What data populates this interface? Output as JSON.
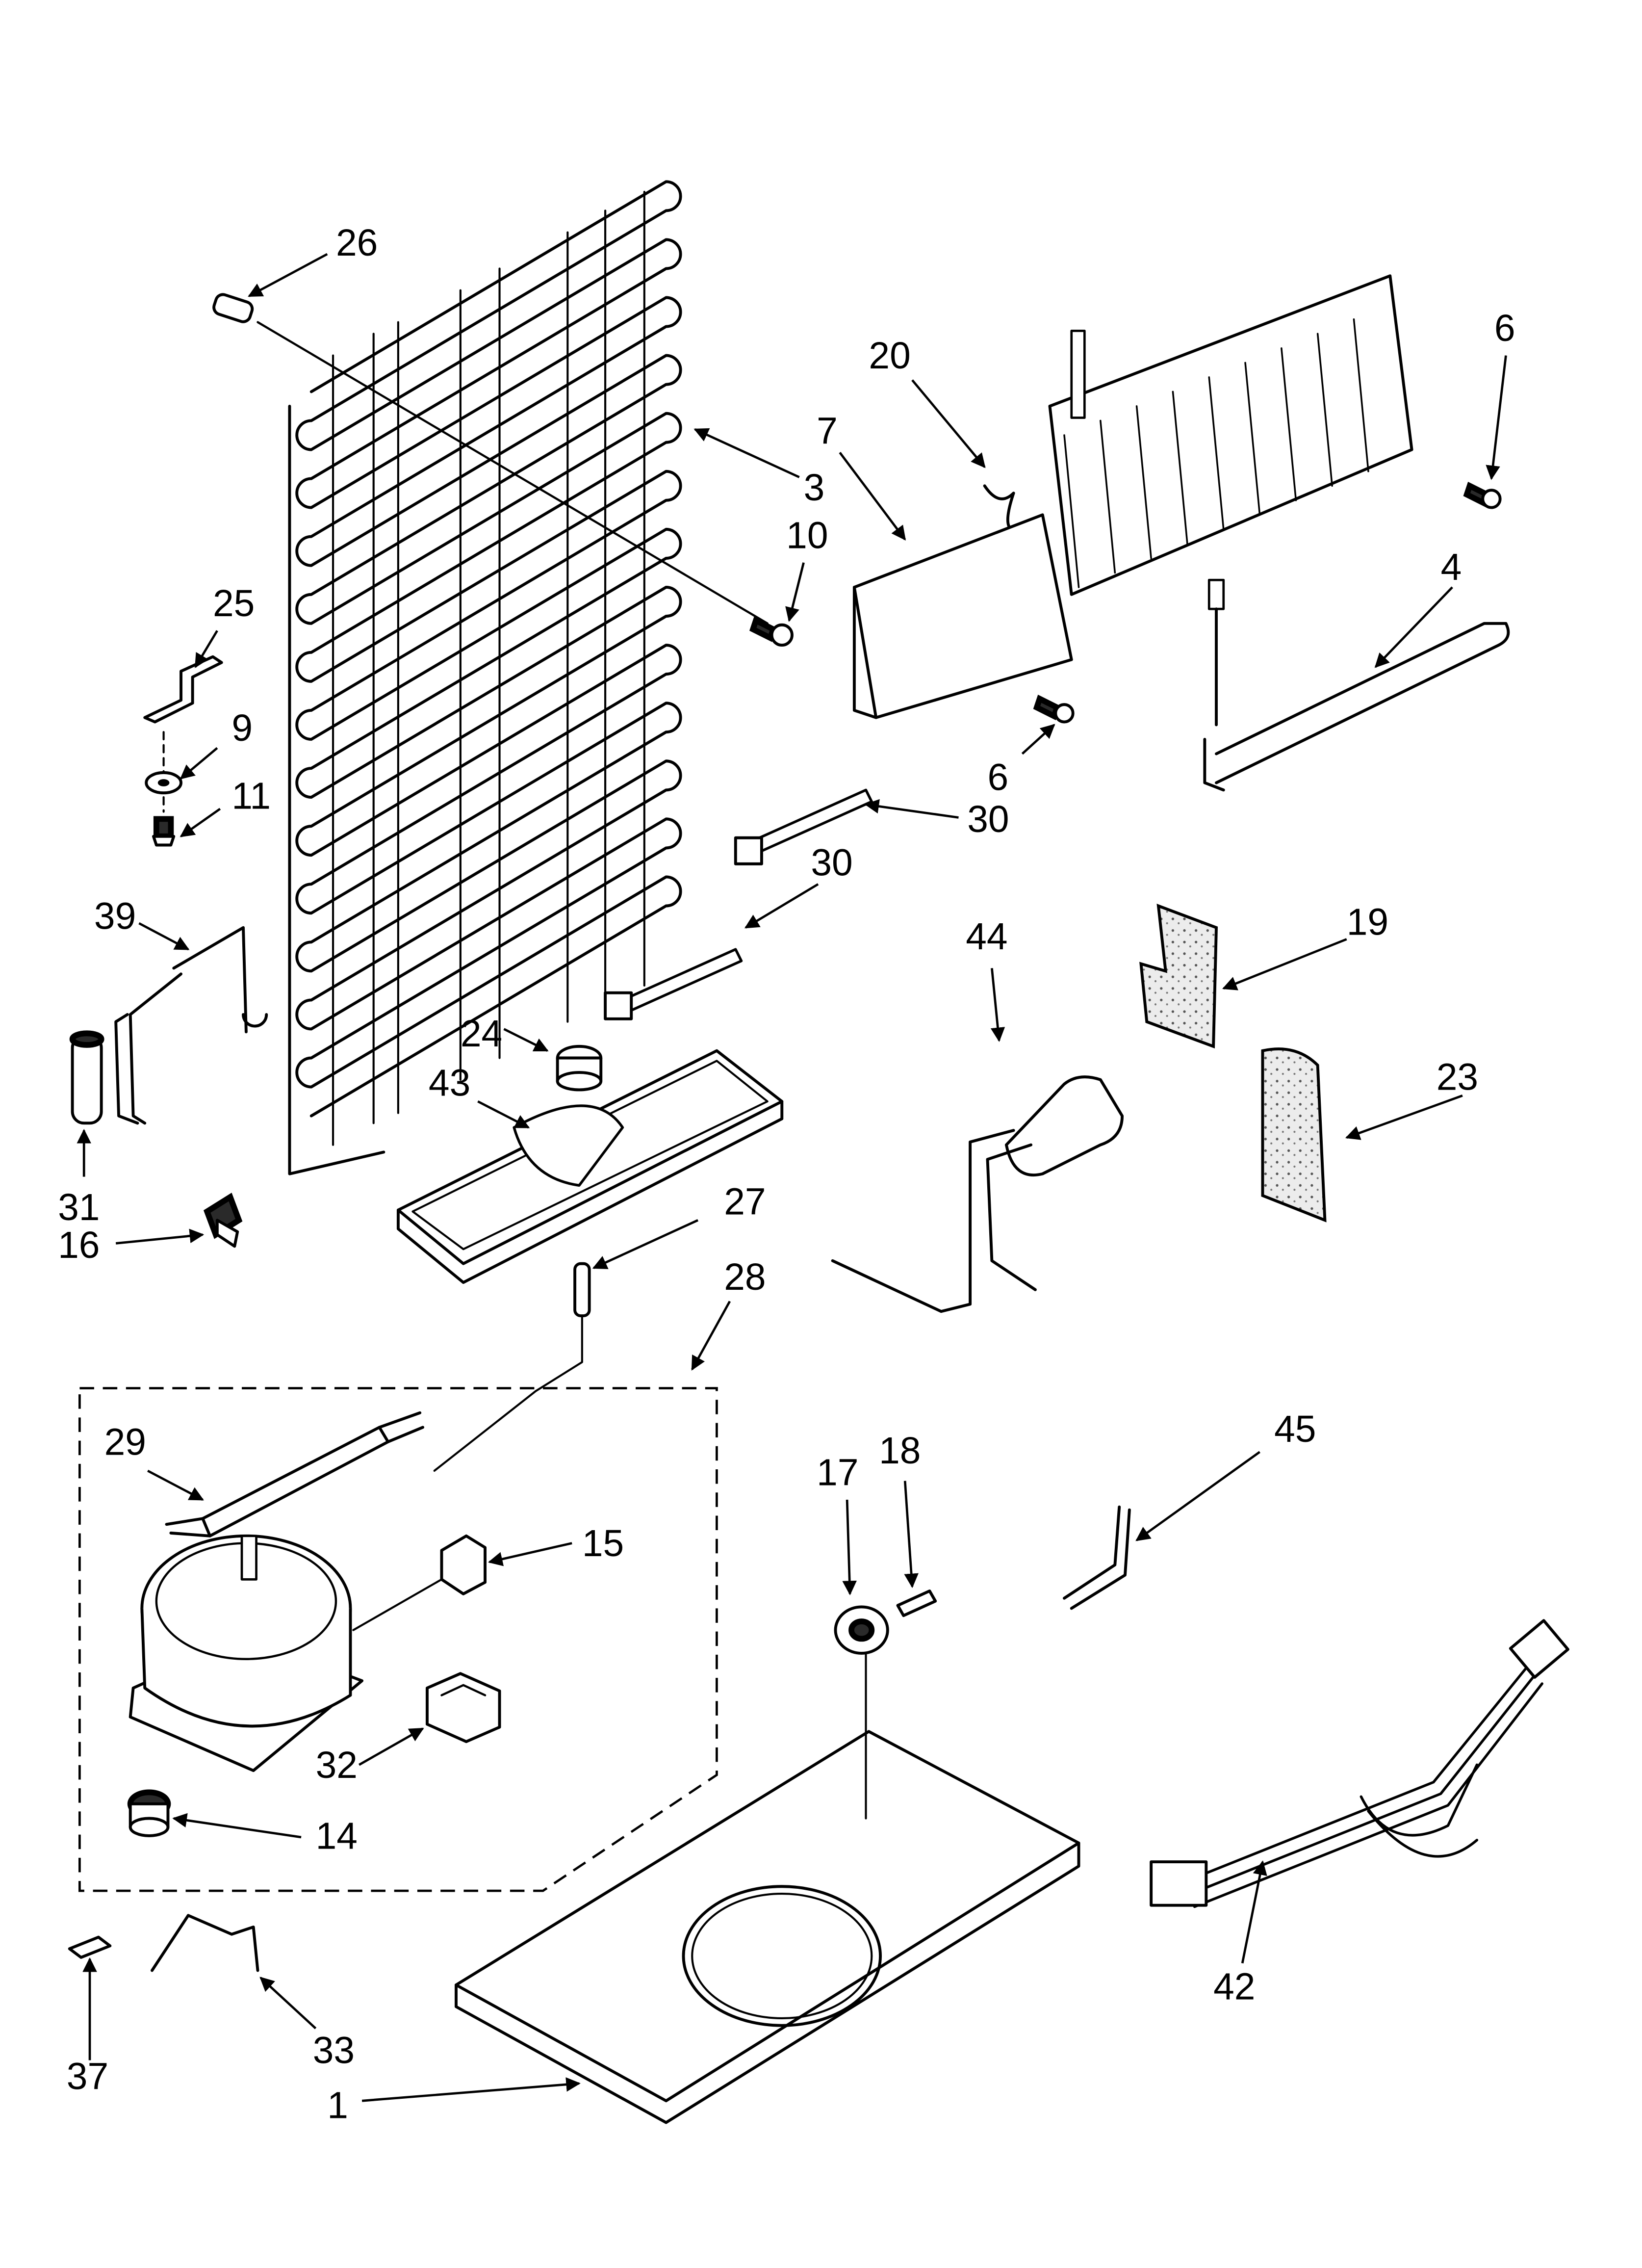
{
  "diagram": {
    "callouts": [
      "26",
      "3",
      "10",
      "25",
      "9",
      "11",
      "39",
      "31",
      "16",
      "24",
      "43",
      "27",
      "28",
      "29",
      "15",
      "32",
      "14",
      "37",
      "33",
      "1",
      "20",
      "7",
      "6",
      "4",
      "30",
      "44",
      "19",
      "23",
      "17",
      "18",
      "45",
      "42"
    ],
    "labels": {
      "c26": "26",
      "c3": "3",
      "c10": "10",
      "c25": "25",
      "c9": "9",
      "c11": "11",
      "c39": "39",
      "c31": "31",
      "c16": "16",
      "c24": "24",
      "c43": "43",
      "c27": "27",
      "c28": "28",
      "c29": "29",
      "c15": "15",
      "c32": "32",
      "c14": "14",
      "c37": "37",
      "c33": "33",
      "c1": "1",
      "c20": "20",
      "c7": "7",
      "c6a": "6",
      "c6b": "6",
      "c4": "4",
      "c30a": "30",
      "c30b": "30",
      "c44": "44",
      "c19": "19",
      "c23": "23",
      "c17": "17",
      "c18": "18",
      "c45": "45",
      "c42": "42"
    }
  }
}
